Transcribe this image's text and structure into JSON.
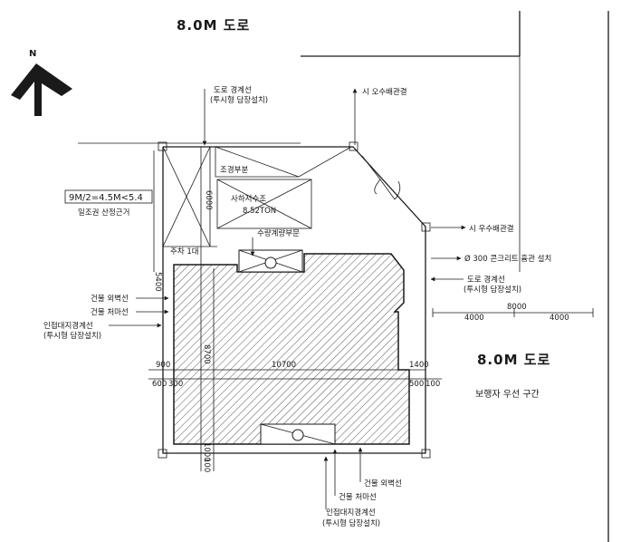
{
  "roads": {
    "north": "8.0M 도로",
    "east": "8.0M 도로",
    "east_note": "보행자 우선 구간"
  },
  "north_arrow": "N",
  "labels": {
    "road_boundary_top": "도로 경계선",
    "road_boundary_top_note": "(투시형 담장설치)",
    "rain_pipe_top": "시 오수배관결",
    "rain_pipe_right": "시 우수배관결",
    "concrete_pipe": "Ø 300 콘크리트 흄관 설치",
    "road_boundary_right": "도로 경계선",
    "road_boundary_right_note": "(투시형 담장설치)",
    "landscape": "조경부분",
    "tank_line1": "사하저수조",
    "tank_line2": "8.52TON",
    "water_meter": "수량계량부문",
    "parking": "주차 1대",
    "formula": "9M/2=4.5M<5.4",
    "formula_note": "일조권 산정근거",
    "building_outer_left": "건물 외벽선",
    "building_eave_left": "건물 처마선",
    "adjacent_boundary_left": "인접대지경계선",
    "adjacent_boundary_left_note": "(투시형 담장설치)",
    "building_outer_bottom": "건물 외벽선",
    "building_eave_bottom": "건물 처마선",
    "adjacent_boundary_bottom": "인접대지경계선",
    "adjacent_boundary_bottom_note": "(투시형 담장설치)"
  },
  "dimensions": {
    "d_8000": "8000",
    "d_4000_left": "4000",
    "d_4000_right": "4000",
    "d_6000": "6000",
    "d_5400": "5400",
    "d_900": "900",
    "d_10700": "10700",
    "d_1400": "1400",
    "d_8700": "8700",
    "d_600": "600",
    "d_300": "300",
    "d_500": "500",
    "d_100": "100",
    "d_1000": "1000",
    "d_100b": "100"
  }
}
